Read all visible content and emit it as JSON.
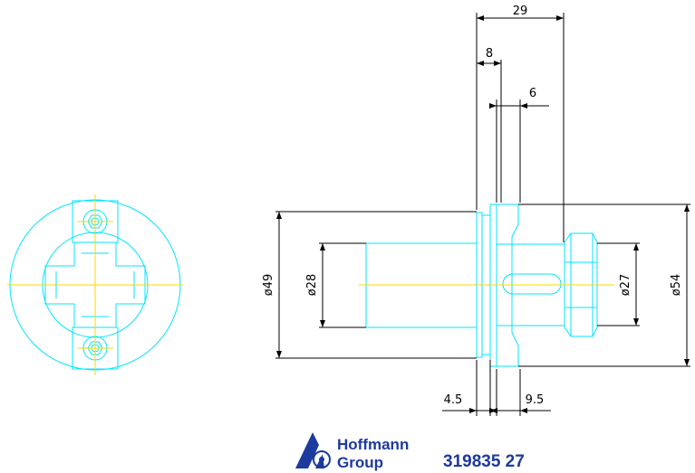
{
  "dimensions": {
    "top_29": "29",
    "top_8": "8",
    "top_6": "6",
    "dia_49": "ø49",
    "dia_28": "ø28",
    "dia_27": "ø27",
    "dia_54": "ø54",
    "bottom_4_5": "4.5",
    "bottom_9_5": "9.5"
  },
  "branding": {
    "company_line1": "Hoffmann",
    "company_line2": "Group",
    "part_number": "319835 27"
  },
  "colors": {
    "outline": "#00e5ff",
    "centerline": "#ffd800",
    "dimension": "#000000",
    "brand": "#1d3a9e"
  }
}
